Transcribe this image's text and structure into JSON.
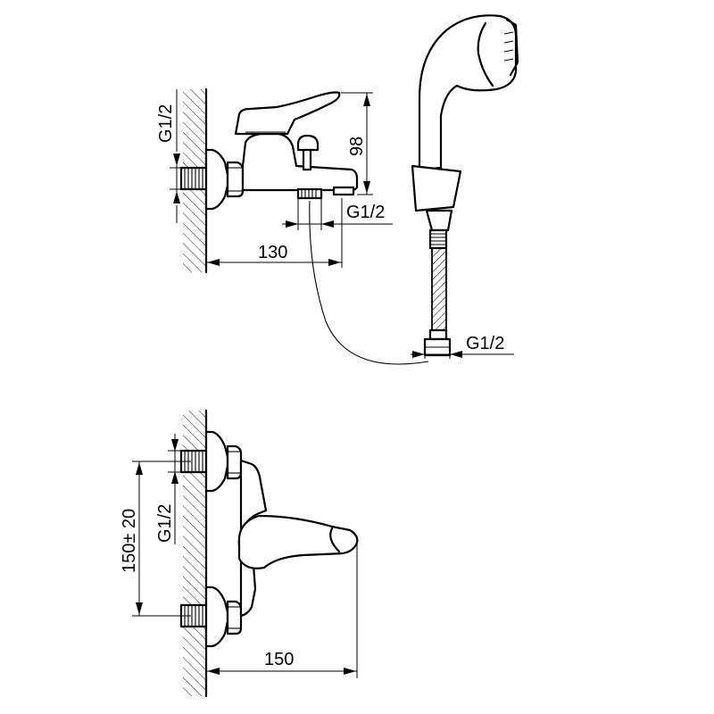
{
  "top_view": {
    "dim_thread_inlet": "G1/2",
    "dim_height": "98",
    "dim_thread_outlet": "G1/2",
    "dim_projection": "130",
    "dim_thread_hose": "G1/2"
  },
  "bottom_view": {
    "dim_spacing": "150± 20",
    "dim_thread": "G1/2",
    "dim_projection": "150"
  }
}
